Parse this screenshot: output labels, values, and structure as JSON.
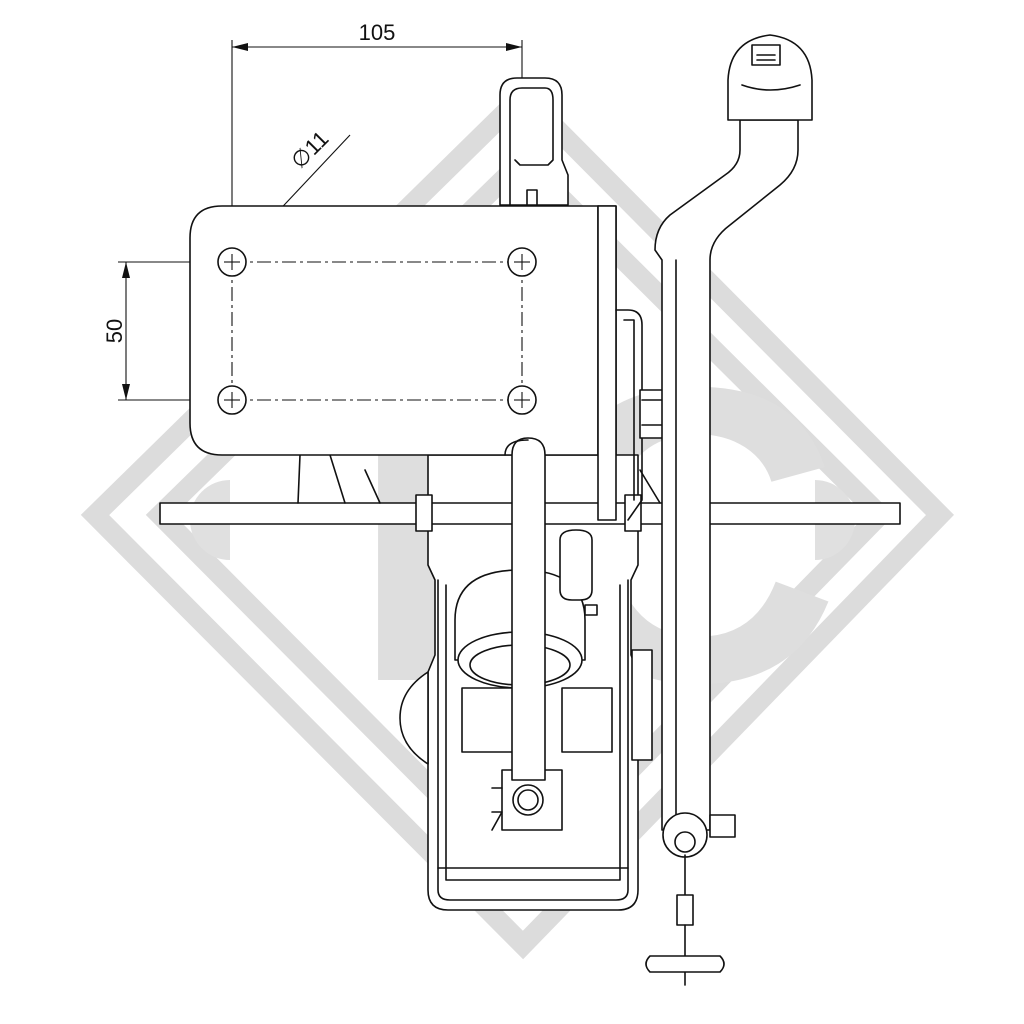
{
  "dimensions": {
    "width_label": "105",
    "height_label": "50",
    "hole_label": "∅11"
  },
  "watermark": {
    "text": "TC",
    "color": "#dcdcdc"
  },
  "line_color": "#111111"
}
